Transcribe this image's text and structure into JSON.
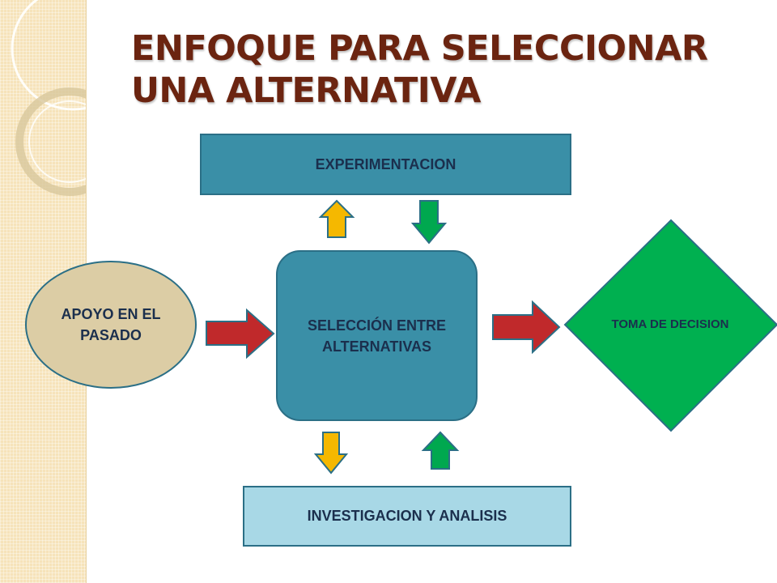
{
  "title": {
    "line1": "ENFOQUE PARA SELECCIONAR",
    "line2": "UNA ALTERNATIVA"
  },
  "nodes": {
    "experimentacion": "EXPERIMENTACION",
    "seleccion": "SELECCIÓN ENTRE ALTERNATIVAS",
    "investigacion": "INVESTIGACION Y ANALISIS",
    "apoyo": "APOYO EN EL PASADO",
    "toma": "TOMA DE DECISION"
  },
  "colors": {
    "title": "#6b2410",
    "box_primary": "#3a8fa7",
    "box_light": "#a8d8e6",
    "ellipse": "#dccda5",
    "diamond": "#00b050",
    "arrow_red": "#c0292b",
    "arrow_yellow": "#f5b800",
    "arrow_green": "#00a84f"
  }
}
